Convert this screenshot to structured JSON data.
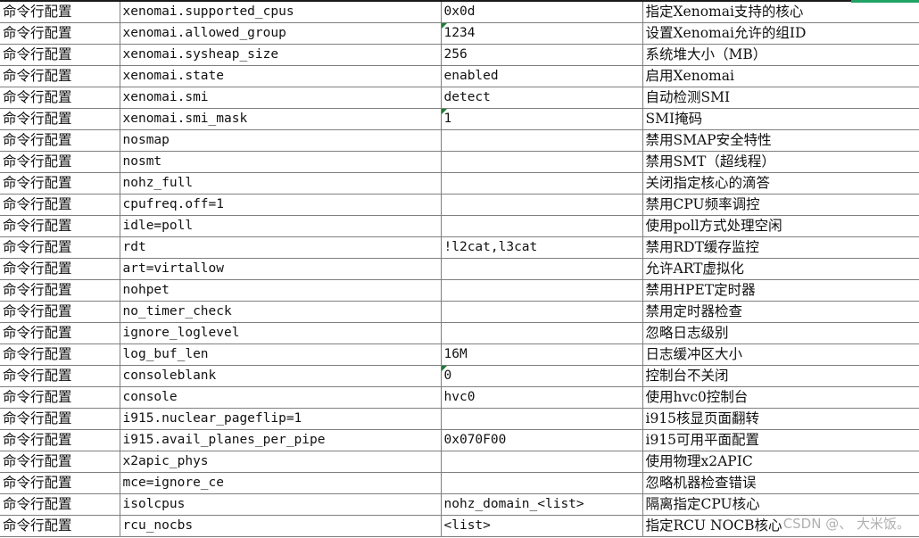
{
  "rows": [
    [
      "命令行配置",
      "xenomai.supported_cpus",
      "0x0d",
      "指定Xenomai支持的核心"
    ],
    [
      "命令行配置",
      "xenomai.allowed_group",
      "1234",
      "设置Xenomai允许的组ID"
    ],
    [
      "命令行配置",
      "xenomai.sysheap_size",
      "256",
      "系统堆大小（MB）"
    ],
    [
      "命令行配置",
      "xenomai.state",
      "enabled",
      "启用Xenomai"
    ],
    [
      "命令行配置",
      "xenomai.smi",
      "detect",
      "自动检测SMI"
    ],
    [
      "命令行配置",
      "xenomai.smi_mask",
      "1",
      "SMI掩码"
    ],
    [
      "命令行配置",
      "nosmap",
      "",
      "禁用SMAP安全特性"
    ],
    [
      "命令行配置",
      "nosmt",
      "",
      "禁用SMT（超线程）"
    ],
    [
      "命令行配置",
      "nohz_full",
      "",
      "关闭指定核心的滴答"
    ],
    [
      "命令行配置",
      "cpufreq.off=1",
      "",
      "禁用CPU频率调控"
    ],
    [
      "命令行配置",
      "idle=poll",
      "",
      "使用poll方式处理空闲"
    ],
    [
      "命令行配置",
      "rdt",
      "!l2cat,l3cat",
      "禁用RDT缓存监控"
    ],
    [
      "命令行配置",
      "art=virtallow",
      "",
      "允许ART虚拟化"
    ],
    [
      "命令行配置",
      "nohpet",
      "",
      "禁用HPET定时器"
    ],
    [
      "命令行配置",
      "no_timer_check",
      "",
      "禁用定时器检查"
    ],
    [
      "命令行配置",
      "ignore_loglevel",
      "",
      "忽略日志级别"
    ],
    [
      "命令行配置",
      "log_buf_len",
      "16M",
      "日志缓冲区大小"
    ],
    [
      "命令行配置",
      "consoleblank",
      "0",
      "控制台不关闭"
    ],
    [
      "命令行配置",
      "console",
      "hvc0",
      "使用hvc0控制台"
    ],
    [
      "命令行配置",
      "i915.nuclear_pageflip=1",
      "",
      "i915核显页面翻转"
    ],
    [
      "命令行配置",
      "i915.avail_planes_per_pipe",
      "0x070F00",
      "i915可用平面配置"
    ],
    [
      "命令行配置",
      "x2apic_phys",
      "",
      "使用物理x2APIC"
    ],
    [
      "命令行配置",
      "mce=ignore_ce",
      "",
      "忽略机器检查错误"
    ],
    [
      "命令行配置",
      "isolcpus",
      "nohz_domain_<list>",
      "隔离指定CPU核心"
    ],
    [
      "命令行配置",
      "rcu_nocbs",
      "<list>",
      "指定RCU NOCB核心"
    ]
  ],
  "number_as_text_rows": [
    1,
    5,
    17
  ],
  "watermark": "CSDN @、 大米饭。",
  "colors": {
    "grid": "#7f7f7f",
    "text": "#111111",
    "indicator": "#1e7b34",
    "top_accent": "#21a366"
  }
}
